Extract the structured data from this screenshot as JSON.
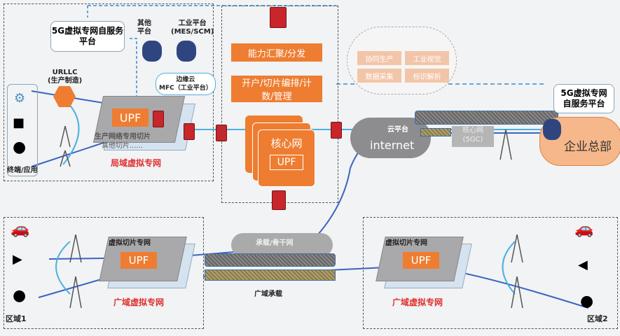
{
  "local": {
    "platform": "5G虚拟专网自服务平台",
    "other_platform": "其他\n平台",
    "industrial_platform": "工业平台\n(MES/SCM)",
    "urllc": "URLLC\n(生产制造)",
    "edge_cloud": "边缘云\nMFC（工业平台）",
    "upf": "UPF",
    "prod_slice": "生产网络专用切片",
    "other_slice": "其他切片......",
    "terminals": "终端/应用",
    "title": "局域虚拟专网"
  },
  "center": {
    "capability": "能力汇聚/分发",
    "orchestration": "开户/切片编排/计数/管理",
    "core": "核心网",
    "upf": "UPF"
  },
  "cloud": {
    "apps": [
      "协同生产",
      "工业视觉",
      "数据采集",
      "标识解析"
    ],
    "cloud_platform": "云平台",
    "internet": "internet",
    "core_5gc": "核心网\n(5GC)",
    "platform": "5G虚拟专网\n自服务平台",
    "hq": "企业总部"
  },
  "wan": {
    "backbone": "承载/骨干网",
    "bearer": "广域承载",
    "slice": "虚拟切片专网",
    "upf": "UPF",
    "title": "广域虚拟专网",
    "region1": "区域1",
    "region2": "区域2"
  },
  "colors": {
    "orange": "#ee7d31",
    "blue": "#3a64c0",
    "firewall": "#c8262a"
  }
}
